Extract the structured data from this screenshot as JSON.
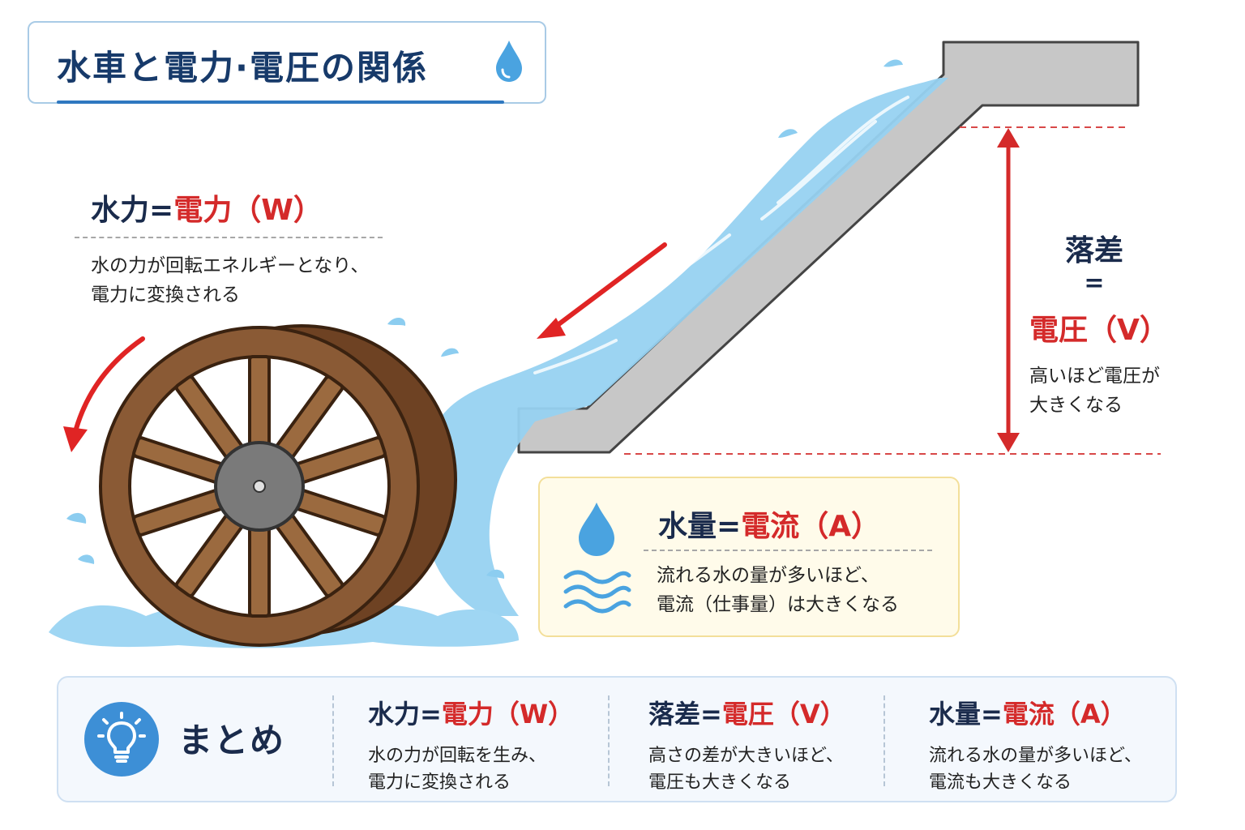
{
  "title": {
    "text": "水車と電力·電圧の関係",
    "icon": "water-drop-icon"
  },
  "power": {
    "left": "水力",
    "sign": "=",
    "right": "電力（W）",
    "desc_line1": "水の力が回転エネルギーとなり、",
    "desc_line2": "電力に変換される"
  },
  "head": {
    "left": "落差",
    "sign": "=",
    "right": "電圧（V）",
    "desc_line1": "高いほど電圧が",
    "desc_line2": "大きくなる"
  },
  "flow": {
    "left": "水量",
    "sign": "=",
    "right": "電流（A）",
    "desc_line1": "流れる水の量が多いほど、",
    "desc_line2": "電流（仕事量）は大きくなる",
    "icons": [
      "water-drop-icon",
      "waves-icon"
    ]
  },
  "summary": {
    "title": "まとめ",
    "icon": "lightbulb-icon",
    "columns": [
      {
        "left": "水力",
        "sign": "=",
        "right": "電力（W）",
        "desc_line1": "水の力が回転を生み、",
        "desc_line2": "電力に変換される"
      },
      {
        "left": "落差",
        "sign": "=",
        "right": "電圧（V）",
        "desc_line1": "高さの差が大きいほど、",
        "desc_line2": "電圧も大きくなる"
      },
      {
        "left": "水量",
        "sign": "=",
        "right": "電流（A）",
        "desc_line1": "流れる水の量が多いほど、",
        "desc_line2": "電流も大きくなる"
      }
    ]
  },
  "colors": {
    "navy": "#1a2b4c",
    "red": "#d42a2a",
    "water": "#8fcff0",
    "wood": "#8a5a35",
    "concrete": "#c4c4c4",
    "accent_blue": "#3d8fd6"
  }
}
